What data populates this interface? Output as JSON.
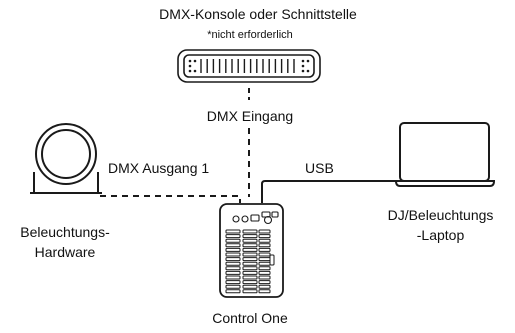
{
  "console": {
    "title": "DMX-Konsole oder Schnittstelle",
    "note": "*nicht erforderlich"
  },
  "dmx_in_label": "DMX Eingang",
  "dmx_out_label": "DMX Ausgang 1",
  "usb_label": "USB",
  "hardware": {
    "line1": "Beleuchtungs-",
    "line2": "Hardware"
  },
  "laptop": {
    "line1": "DJ/Beleuchtungs",
    "line2": "-Laptop"
  },
  "controller": {
    "label": "Control One"
  },
  "colors": {
    "stroke": "#1a1a1a",
    "background": "#ffffff"
  }
}
